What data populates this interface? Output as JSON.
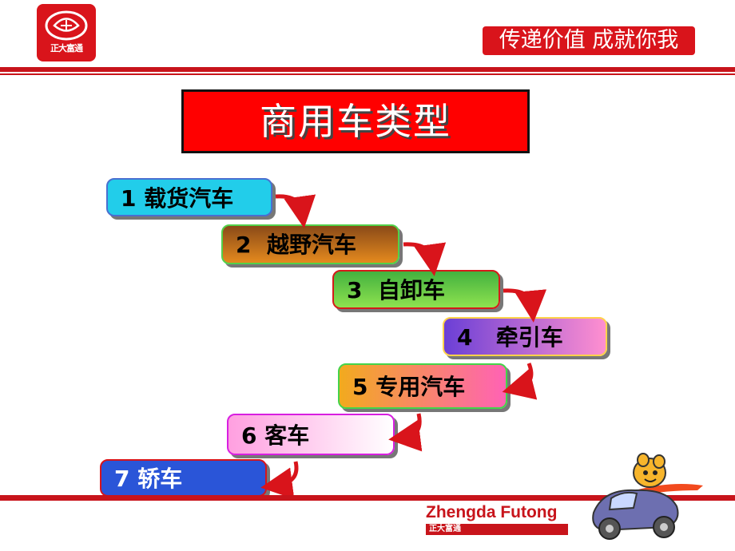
{
  "header": {
    "logo_text": "正大富通",
    "slogan": "传递价值 成就你我"
  },
  "title": "商用车类型",
  "steps": [
    {
      "label": "1 载货汽车"
    },
    {
      "label": "2  越野汽车"
    },
    {
      "label": "3  自卸车"
    },
    {
      "label": "4   牵引车"
    },
    {
      "label": "5 专用汽车"
    },
    {
      "label": "6 客车"
    },
    {
      "label": "7 轿车"
    }
  ],
  "footer": {
    "brand": "Zhengda Futong",
    "brand_sub": "正大富通"
  },
  "colors": {
    "brand_red": "#d9141b",
    "title_red": "#ff0000"
  }
}
